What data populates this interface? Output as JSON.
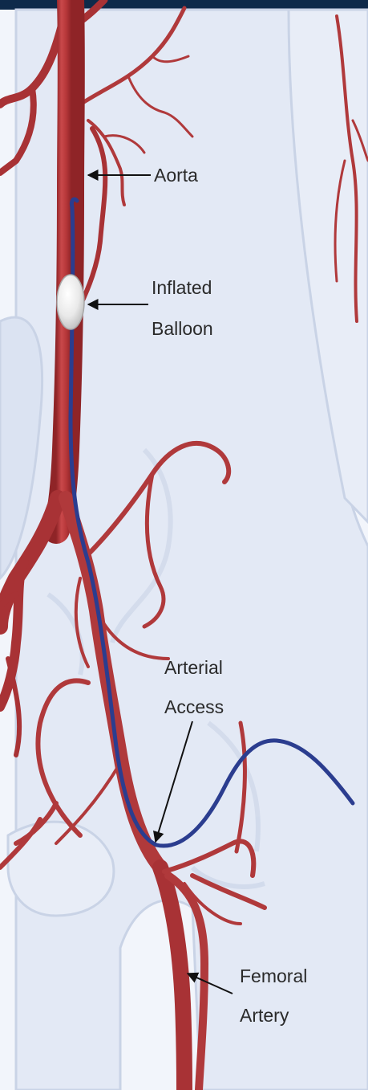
{
  "labels": {
    "aorta": "Aorta",
    "balloon_line1": "Inflated",
    "balloon_line2": "Balloon",
    "access_line1": "Arterial",
    "access_line2": "Access",
    "femoral_line1": "Femoral",
    "femoral_line2": "Artery"
  },
  "colors": {
    "artery": "#b8383a",
    "artery_dark": "#8f2427",
    "artery_highlight": "#d8605c",
    "catheter": "#2b3d8f",
    "balloon": "#f3f3f3",
    "body": "#dfe6f3",
    "body_outline": "#c7d1e4",
    "background": "#f2f5fb",
    "top_bar": "#0e2a4a",
    "label_text": "#2a2a2a",
    "arrow": "#111111"
  }
}
